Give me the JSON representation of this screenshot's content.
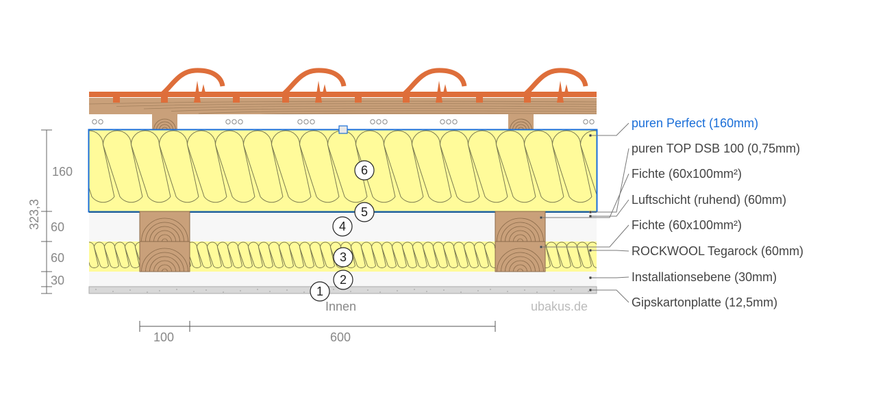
{
  "construction": {
    "inside_label": "Innen",
    "watermark": "ubakus.de",
    "selected_layer": 6
  },
  "layers": [
    {
      "number": 1,
      "label": "Gipskartonplatte (12,5mm)",
      "material": "plasterboard"
    },
    {
      "number": 2,
      "label": "Installationsebene (30mm)",
      "material": "air"
    },
    {
      "number": 3,
      "label": "ROCKWOOL Tegarock (60mm)",
      "material": "mineral-wool",
      "timber_label": "Fichte (60x100mm²)"
    },
    {
      "number": 4,
      "label": "Luftschicht (ruhend) (60mm)",
      "material": "air",
      "timber_label": "Fichte (60x100mm²)"
    },
    {
      "number": 5,
      "label": "puren TOP DSB 100 (0,75mm)",
      "material": "membrane"
    },
    {
      "number": 6,
      "label": "puren  Perfect (160mm)",
      "material": "pur-insulation"
    }
  ],
  "legend": [
    {
      "text": "puren  Perfect (160mm)",
      "active": true
    },
    {
      "text": "puren TOP DSB 100 (0,75mm)",
      "active": false
    },
    {
      "text": "Fichte (60x100mm²)",
      "active": false
    },
    {
      "text": "Luftschicht (ruhend) (60mm)",
      "active": false
    },
    {
      "text": "Fichte (60x100mm²)",
      "active": false
    },
    {
      "text": "ROCKWOOL Tegarock (60mm)",
      "active": false
    },
    {
      "text": "Installationsebene (30mm)",
      "active": false
    },
    {
      "text": "Gipskartonplatte (12,5mm)",
      "active": false
    }
  ],
  "dimensions": {
    "total": "323,3",
    "vertical": [
      "160",
      "60",
      "60",
      "30"
    ],
    "horizontal": [
      "100",
      "600"
    ]
  },
  "colors": {
    "tile": "#de6e3a",
    "wood": "#c9a07a",
    "wood_line": "#8a6a4a",
    "insulation": "#fffb9a",
    "insulation_line": "#7a7a50",
    "air": "#f7f7f7",
    "plaster": "#d8d8d8",
    "selection": "#1a6ed8"
  }
}
